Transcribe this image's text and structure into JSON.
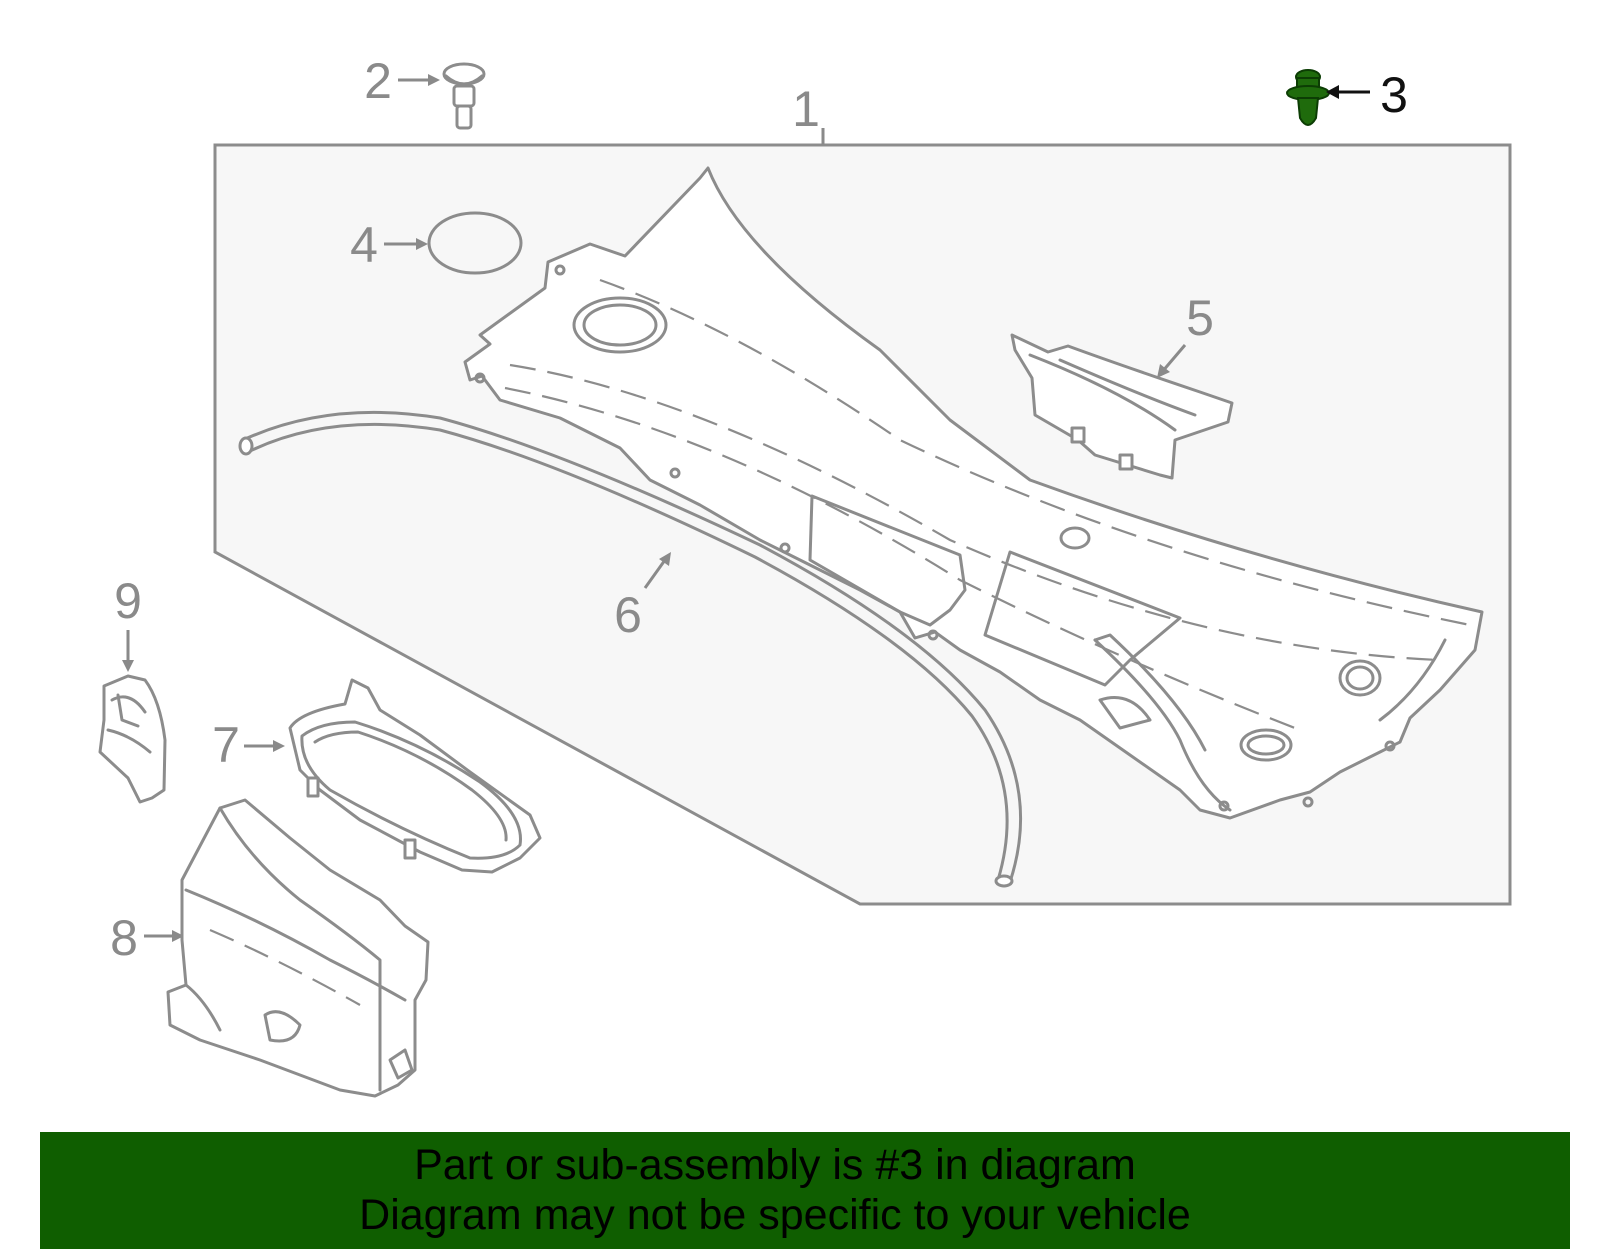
{
  "callouts": {
    "c1": "1",
    "c2": "2",
    "c3": "3",
    "c4": "4",
    "c5": "5",
    "c6": "6",
    "c7": "7",
    "c8": "8",
    "c9": "9"
  },
  "highlight_part": "3",
  "colors": {
    "highlight_part": "#1f6b0c",
    "banner_bg": "#0f5e00",
    "line_art": "#8c8c8c",
    "panel_bg": "#f7f7f7"
  },
  "banner": {
    "line1": "Part or sub-assembly is #3 in diagram",
    "line2": "Diagram may not be specific to your vehicle"
  }
}
